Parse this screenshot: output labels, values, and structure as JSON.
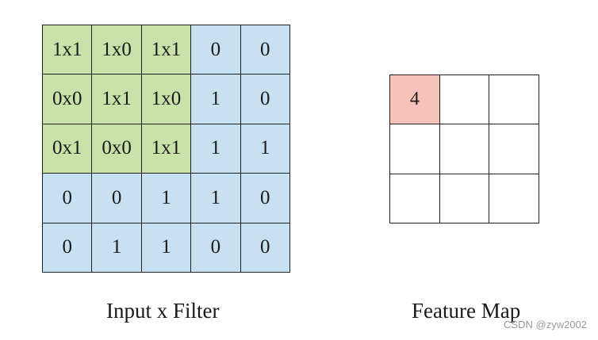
{
  "input_grid": {
    "caption": "Input x Filter",
    "rows": [
      [
        {
          "text": "1x1",
          "highlight": "green"
        },
        {
          "text": "1x0",
          "highlight": "green"
        },
        {
          "text": "1x1",
          "highlight": "green"
        },
        {
          "text": "0",
          "highlight": "blue"
        },
        {
          "text": "0",
          "highlight": "blue"
        }
      ],
      [
        {
          "text": "0x0",
          "highlight": "green"
        },
        {
          "text": "1x1",
          "highlight": "green"
        },
        {
          "text": "1x0",
          "highlight": "green"
        },
        {
          "text": "1",
          "highlight": "blue"
        },
        {
          "text": "0",
          "highlight": "blue"
        }
      ],
      [
        {
          "text": "0x1",
          "highlight": "green"
        },
        {
          "text": "0x0",
          "highlight": "green"
        },
        {
          "text": "1x1",
          "highlight": "green"
        },
        {
          "text": "1",
          "highlight": "blue"
        },
        {
          "text": "1",
          "highlight": "blue"
        }
      ],
      [
        {
          "text": "0",
          "highlight": "blue"
        },
        {
          "text": "0",
          "highlight": "blue"
        },
        {
          "text": "1",
          "highlight": "blue"
        },
        {
          "text": "1",
          "highlight": "blue"
        },
        {
          "text": "0",
          "highlight": "blue"
        }
      ],
      [
        {
          "text": "0",
          "highlight": "blue"
        },
        {
          "text": "1",
          "highlight": "blue"
        },
        {
          "text": "1",
          "highlight": "blue"
        },
        {
          "text": "0",
          "highlight": "blue"
        },
        {
          "text": "0",
          "highlight": "blue"
        }
      ]
    ]
  },
  "feature_map": {
    "caption": "Feature Map",
    "rows": [
      [
        {
          "text": "4",
          "filled": true
        },
        {
          "text": "",
          "filled": false
        },
        {
          "text": "",
          "filled": false
        }
      ],
      [
        {
          "text": "",
          "filled": false
        },
        {
          "text": "",
          "filled": false
        },
        {
          "text": "",
          "filled": false
        }
      ],
      [
        {
          "text": "",
          "filled": false
        },
        {
          "text": "",
          "filled": false
        },
        {
          "text": "",
          "filled": false
        }
      ]
    ]
  },
  "colors": {
    "filter_cell": "#c9e2a9",
    "input_cell": "#c7e1f3",
    "feature_filled": "#f7c3b8"
  },
  "watermark": "CSDN @zyw2002"
}
